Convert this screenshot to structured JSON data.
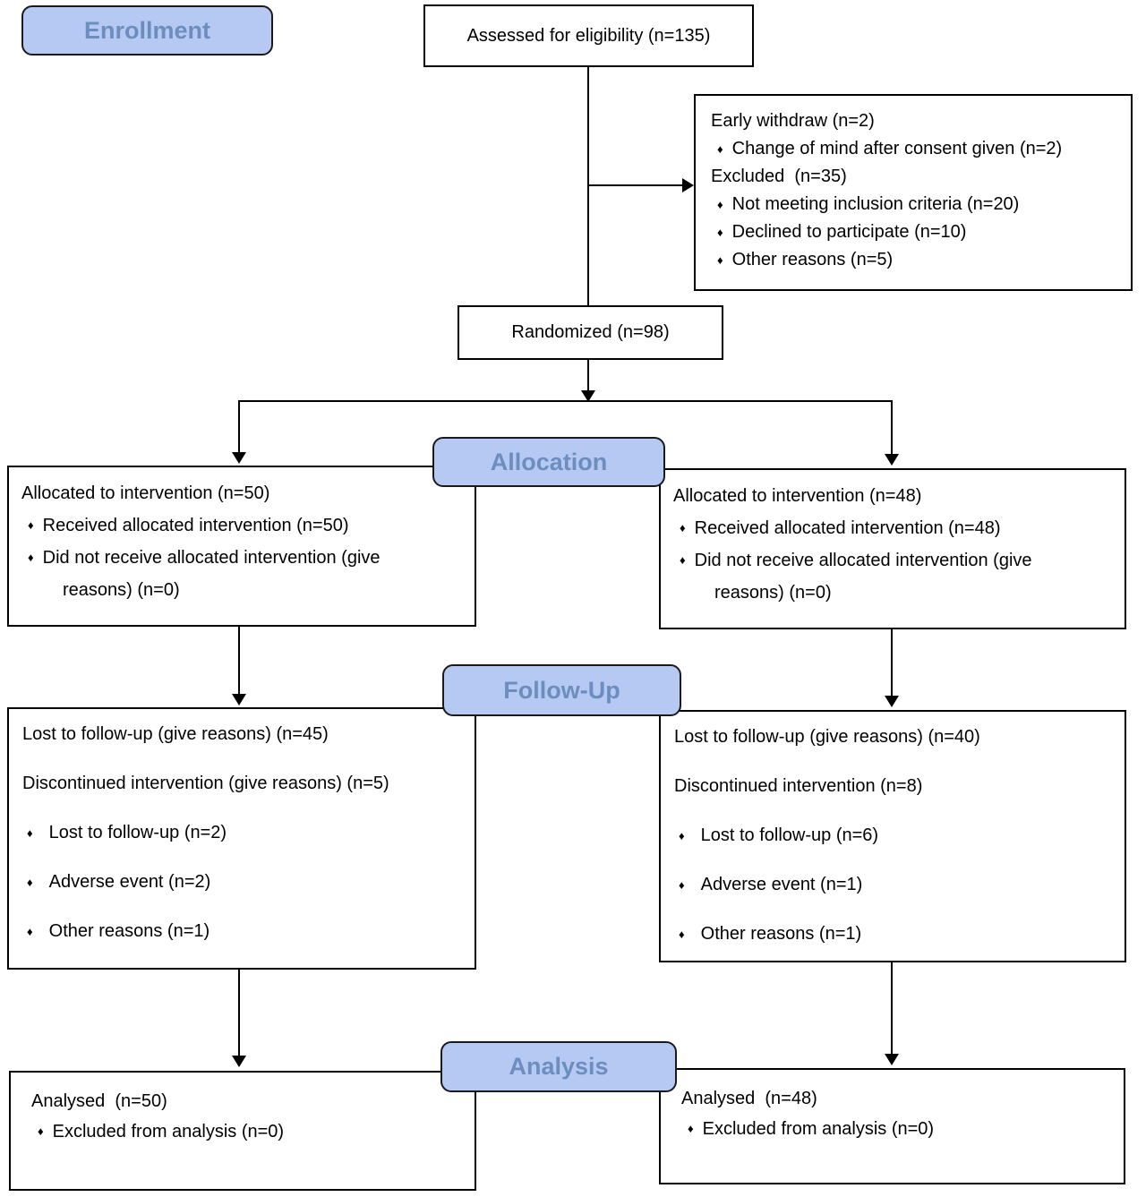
{
  "colors": {
    "badge_fill": "#b6c9f2",
    "badge_border": "#1a1a1a",
    "badge_text": "#6c8ebf",
    "box_border": "#000000",
    "text": "#000000"
  },
  "icons": {
    "diamond_bullet": "♦"
  },
  "stages": {
    "enrollment": "Enrollment",
    "allocation": "Allocation",
    "followup": "Follow-Up",
    "analysis": "Analysis"
  },
  "boxes": {
    "assessed": {
      "text": "Assessed for eligibility (n=135)"
    },
    "excluded": {
      "lines": [
        {
          "type": "plain",
          "text": "Early withdraw (n=2)"
        },
        {
          "type": "bullet",
          "text": "Change of mind after consent given (n=2)"
        },
        {
          "type": "plain",
          "text": "Excluded  (n=35)"
        },
        {
          "type": "bullet",
          "text": "Not meeting inclusion criteria (n=20)"
        },
        {
          "type": "bullet",
          "text": "Declined to participate (n=10)"
        },
        {
          "type": "bullet",
          "text": "Other reasons (n=5)"
        }
      ]
    },
    "randomized": {
      "text": "Randomized (n=98)"
    },
    "alloc_left": {
      "lines": [
        {
          "type": "plain",
          "text": "Allocated to intervention (n=50)"
        },
        {
          "type": "bullet",
          "text": "Received allocated intervention (n=50)"
        },
        {
          "type": "bullet",
          "text": "Did not receive allocated intervention (give"
        },
        {
          "type": "indent",
          "text": "reasons) (n=0)"
        }
      ]
    },
    "alloc_right": {
      "lines": [
        {
          "type": "plain",
          "text": "Allocated to intervention (n=48)"
        },
        {
          "type": "bullet",
          "text": "Received allocated intervention (n=48)"
        },
        {
          "type": "bullet",
          "text": "Did not receive allocated intervention (give"
        },
        {
          "type": "indent",
          "text": "reasons) (n=0)"
        }
      ]
    },
    "followup_left": {
      "lines": [
        {
          "type": "plain",
          "text": "Lost to follow-up (give reasons) (n=45)"
        },
        {
          "type": "plain",
          "text": "Discontinued intervention (give reasons) (n=5)"
        },
        {
          "type": "bullet-wide",
          "text": "Lost to follow-up (n=2)"
        },
        {
          "type": "bullet-wide",
          "text": "Adverse event (n=2)"
        },
        {
          "type": "bullet-wide",
          "text": "Other reasons (n=1)"
        }
      ]
    },
    "followup_right": {
      "lines": [
        {
          "type": "plain",
          "text": "Lost to follow-up (give reasons) (n=40)"
        },
        {
          "type": "plain",
          "text": "Discontinued intervention (n=8)"
        },
        {
          "type": "bullet-wide",
          "text": "Lost to follow-up (n=6)"
        },
        {
          "type": "bullet-wide",
          "text": "Adverse event (n=1)"
        },
        {
          "type": "bullet-wide",
          "text": "Other reasons (n=1)"
        }
      ]
    },
    "analysis_left": {
      "lines": [
        {
          "type": "plain",
          "text": "Analysed  (n=50)"
        },
        {
          "type": "bullet",
          "text": "Excluded from analysis (n=0)"
        }
      ]
    },
    "analysis_right": {
      "lines": [
        {
          "type": "plain",
          "text": "Analysed  (n=48)"
        },
        {
          "type": "bullet",
          "text": "Excluded from analysis (n=0)"
        }
      ]
    }
  }
}
